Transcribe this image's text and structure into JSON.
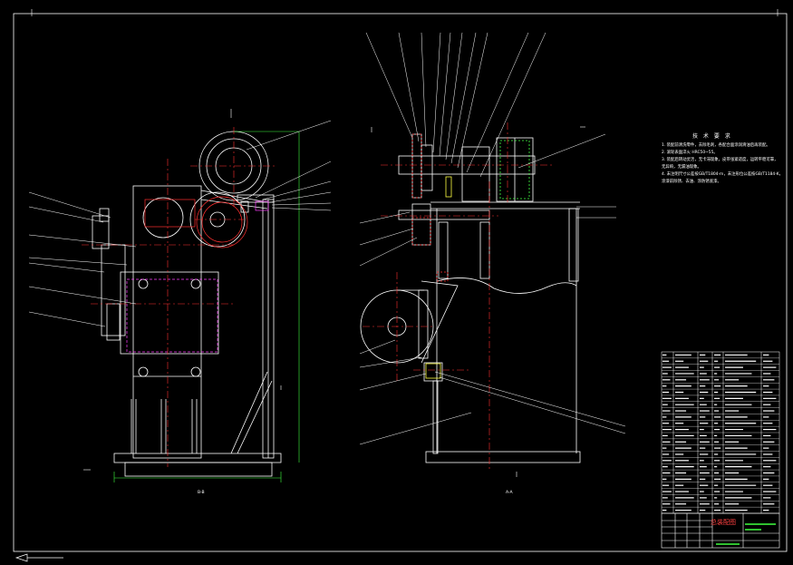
{
  "notes": {
    "title": "技 术 要 求",
    "lines": [
      "1. 装配前清洗零件，去除毛刺，各配合面涂润滑油后再装配。",
      "2. 滚轮表面淬火 HRC50~55。",
      "3. 装配后转动灵活，无卡滞现象，皮带张紧适度，运转平稳可靠，",
      "   无异响，无漏油现象。",
      "4. 未注明尺寸公差按GB/T1804-m，未注形位公差按GB/T1184-K，",
      "   涂漆前除锈、去油、涂防锈底漆。"
    ]
  },
  "views": {
    "left": "B-B",
    "right": "A-A"
  },
  "title_block": {
    "drawing_title": "总装配图"
  },
  "colors": {
    "frame": "#ffffff",
    "geometry": "#ffffff",
    "centerline": "#ff3030",
    "hidden": "#ff40ff",
    "dimension": "#40ff40",
    "bolt": "#ffff40"
  }
}
